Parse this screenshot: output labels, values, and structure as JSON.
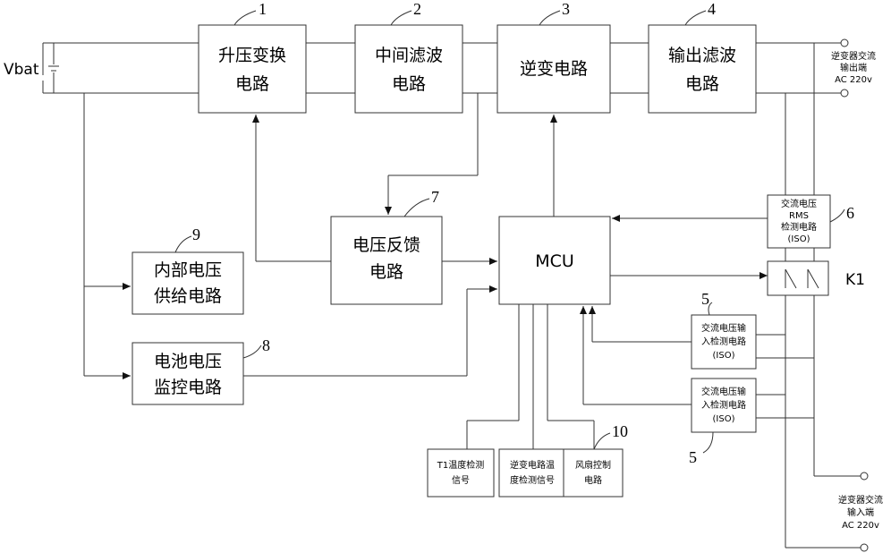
{
  "battery": {
    "label": "Vbat"
  },
  "blocks": {
    "boost": {
      "line1": "升压变换",
      "line2": "电路",
      "number": "1"
    },
    "mid_filter": {
      "line1": "中间滤波",
      "line2": "电路",
      "number": "2"
    },
    "inverter": {
      "line1": "逆变电路",
      "number": "3"
    },
    "out_filter": {
      "line1": "输出滤波",
      "line2": "电路",
      "number": "4"
    },
    "ac_input_detect_1": {
      "line1": "交流电压输",
      "line2": "入检测电路",
      "line3": "(ISO)",
      "number": "5"
    },
    "ac_input_detect_2": {
      "line1": "交流电压输",
      "line2": "入检测电路",
      "line3": "(ISO)",
      "number": "5"
    },
    "ac_rms_detect": {
      "line1": "交流电压",
      "line2": "RMS",
      "line3": "检测电路",
      "line4": "(ISO)",
      "number": "6"
    },
    "voltage_feedback": {
      "line1": "电压反馈",
      "line2": "电路",
      "number": "7"
    },
    "battery_monitor": {
      "line1": "电池电压",
      "line2": "监控电路",
      "number": "8"
    },
    "internal_supply": {
      "line1": "内部电压",
      "line2": "供给电路",
      "number": "9"
    },
    "fan_control": {
      "line1": "风扇控制",
      "line2": "电路",
      "number": "10"
    },
    "mcu": {
      "line1": "MCU"
    },
    "t1_temp": {
      "line1": "T1温度检测",
      "line2": "信号"
    },
    "inv_temp": {
      "line1": "逆变电路温",
      "line2": "度检测信号"
    }
  },
  "relay": {
    "label": "K1"
  },
  "terminals": {
    "output": {
      "line1": "逆变器交流",
      "line2": "输出端",
      "line3": "AC 220v"
    },
    "input": {
      "line1": "逆变器交流",
      "line2": "输入端",
      "line3": "AC 220v"
    }
  }
}
